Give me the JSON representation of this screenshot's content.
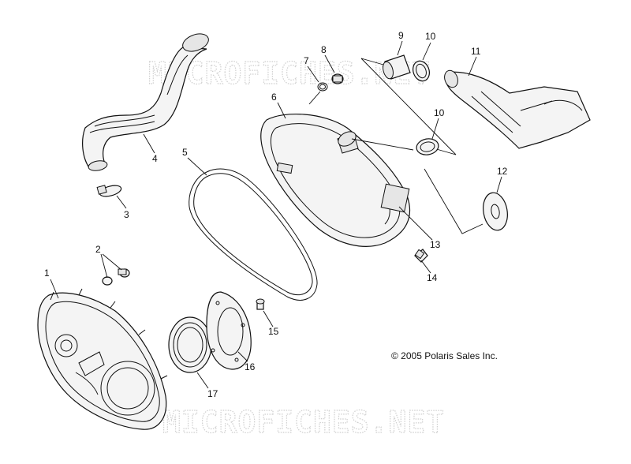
{
  "copyright": "© 2005 Polaris Sales Inc.",
  "watermark_top": "MICROFICHES.NET",
  "watermark_bottom": "MICROFICHES.NET",
  "callouts": {
    "c1": "1",
    "c2": "2",
    "c3": "3",
    "c4": "4",
    "c5": "5",
    "c6": "6",
    "c7": "7",
    "c8": "8",
    "c9": "9",
    "c10a": "10",
    "c10b": "10",
    "c11": "11",
    "c12": "12",
    "c13": "13",
    "c14": "14",
    "c15": "15",
    "c16": "16",
    "c17": "17"
  }
}
